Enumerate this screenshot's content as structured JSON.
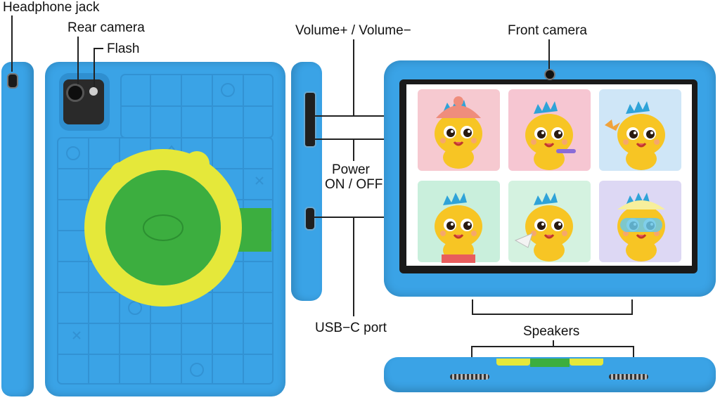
{
  "labels": {
    "headphone_jack": "Headphone jack",
    "rear_camera": "Rear camera",
    "flash": "Flash",
    "volume": "Volume+ / Volume−",
    "front_camera": "Front camera",
    "power_line1": "Power",
    "power_line2": "ON / OFF",
    "usb_c": "USB−C port",
    "speakers": "Speakers"
  },
  "colors": {
    "case_blue": "#3aa3e6",
    "case_light": "#5bb8f0",
    "ring_yellow": "#e5e83a",
    "stand_green": "#3cae3f",
    "screen_black": "#1a1a1a"
  },
  "screen_tiles": [
    {
      "bg": "#f6c9d0",
      "icon": "dino-hat-character"
    },
    {
      "bg": "#f6c6d2",
      "icon": "dino-toothbrush-character"
    },
    {
      "bg": "#cfe6f7",
      "icon": "dino-butterfly-character"
    },
    {
      "bg": "#c9efdc",
      "icon": "dino-wink-character"
    },
    {
      "bg": "#d4f2e0",
      "icon": "dino-paper-plane-character"
    },
    {
      "bg": "#ddd8f4",
      "icon": "dino-goggles-character"
    }
  ]
}
